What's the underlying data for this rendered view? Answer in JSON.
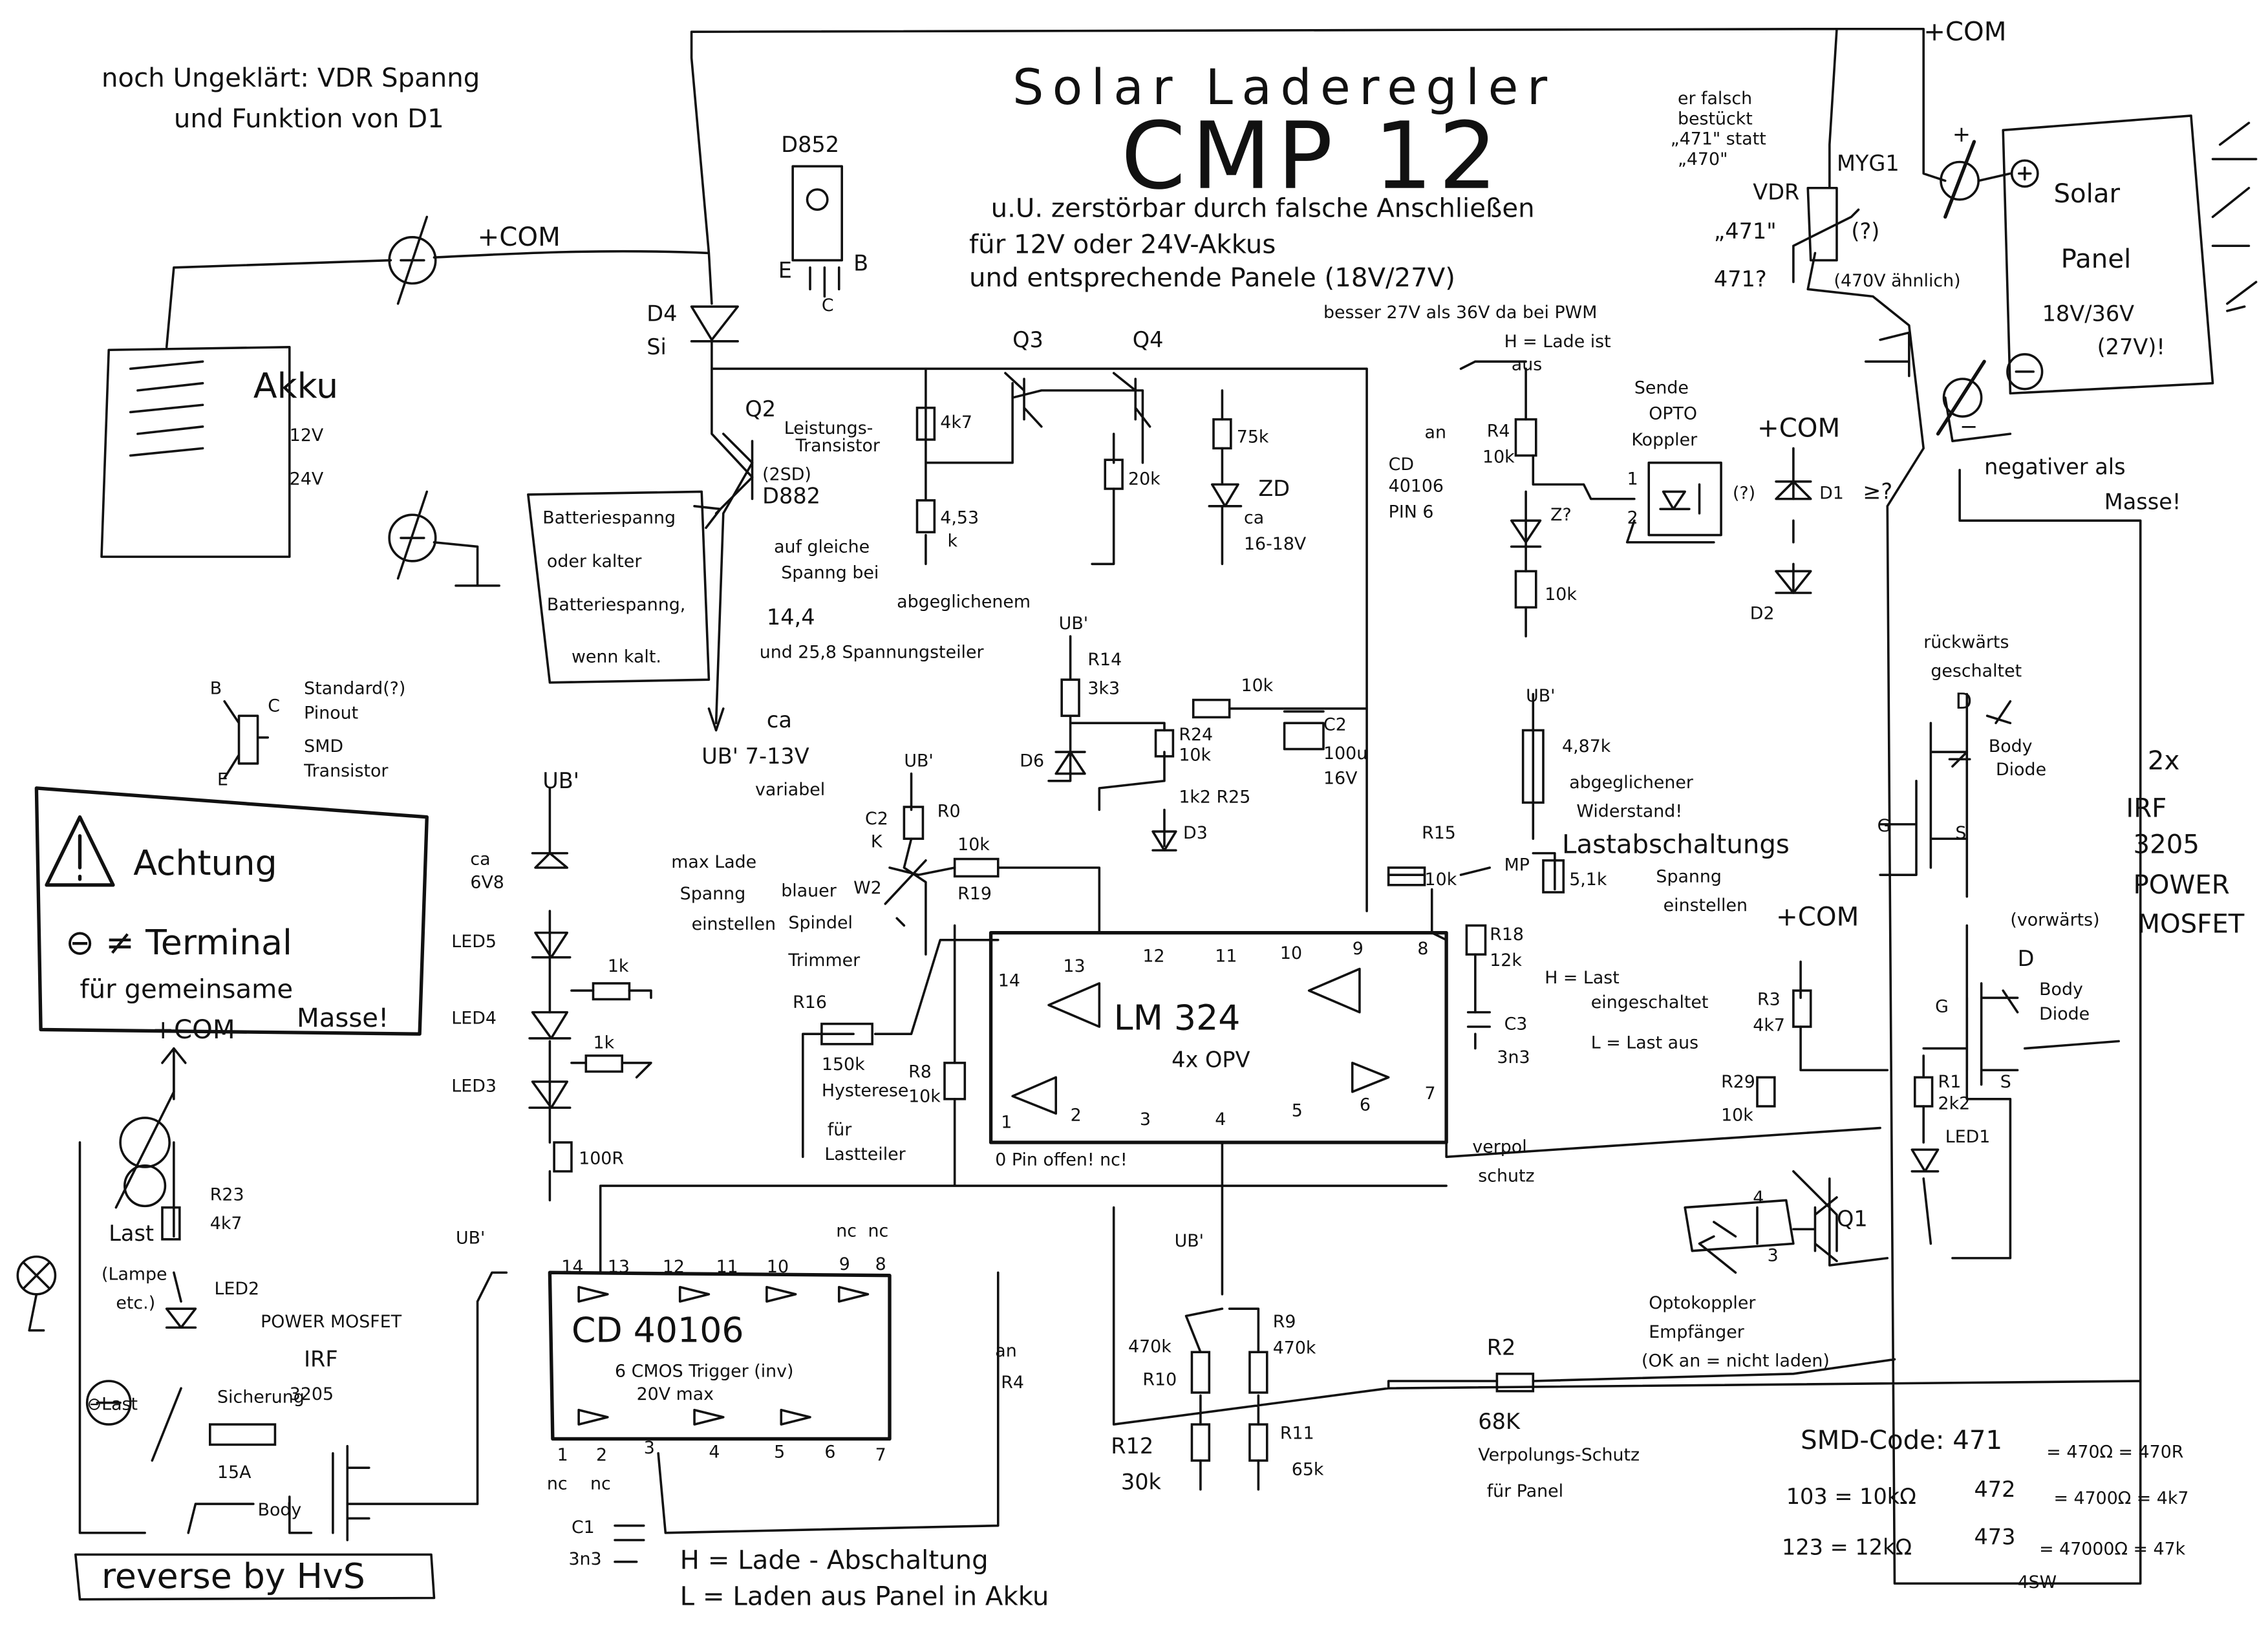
{
  "title": {
    "line1": "Solar Laderegler",
    "line2": "CMP 12"
  },
  "notes": {
    "unclear1": "noch Ungeklärt: VDR Spanng",
    "unclear2": "und Funktion von D1",
    "n1": "u.U. zerstörbar durch falsche Anschließen",
    "n2": "für 12V oder 24V-Akkus",
    "n3": "und entsprechende Panele (18V/27V)",
    "n4": "besser 27V als 36V da bei PWM",
    "wrong1": "er falsch",
    "wrong2": "bestückt",
    "wrong3": "„471\" statt",
    "wrong4": "„470\"",
    "negative": "negativer als",
    "negative2": "Masse!",
    "equal1": "auf gleiche",
    "equal2": "Spanng bei",
    "equal3": "abgeglichenem",
    "equal4": "14,4",
    "equal5": "und 25,8 Spannungsteiler",
    "batt1": "Batteriespanng",
    "batt2": "oder kalter",
    "batt3": "Batteriespanng,",
    "batt4": "wenn kalt.",
    "ub_var1": "ca",
    "ub_var2": "UB' 7-13V",
    "ub_var3": "variabel",
    "pinout1": "Standard(?)",
    "pinout2": "Pinout",
    "pinout3": "SMD",
    "pinout4": "Transistor",
    "maxlade1": "max Lade",
    "maxlade2": "Spanng",
    "maxlade3": "einstellen",
    "trim1": "blauer",
    "trim2": "Spindel",
    "trim3": "Trimmer",
    "hyst1": "Hysterese",
    "hyst2": "für",
    "hyst3": "Lastteiler",
    "pinoffen": "0 Pin offen! nc!",
    "abgl1": "abgeglichener",
    "abgl2": "Widerstand!",
    "lastab1": "Lastabschaltungs",
    "lastab2": "Spanng",
    "lastab3": "einstellen",
    "hlast1": "H = Last",
    "hlast2": "eingeschaltet",
    "hlast3": "L = Last aus",
    "verpol1": "verpol.",
    "verpol2": "schutz",
    "hlade": "H = Lade - Abschaltung",
    "llade": "L = Laden aus Panel in Akku",
    "anr4": "an R4",
    "r2note1": "Verpolungs-Schutz",
    "r2note2": "für Panel",
    "opto1": "Optokoppler",
    "opto2": "Empfänger",
    "opto3": "(OK an = nicht laden)",
    "sende1": "Sende",
    "sende2": "OPTO",
    "sende3": "Koppler",
    "hladeaus1": "H = Lade ist",
    "hladeaus2": "aus",
    "cdpin1": "an",
    "cdpin2": "CD",
    "cdpin3": "40106",
    "cdpin4": "PIN 6",
    "rueck1": "rückwärts",
    "rueck2": "geschaltet",
    "vorw": "(vorwärts)",
    "irf1": "2x",
    "irf2": "IRF",
    "irf3": "3205",
    "irf4": "POWER",
    "irf5": "MOSFET",
    "reverse": "reverse by HvS",
    "vdr_q": "(?)",
    "vdr_sim": "(470V ähnlich)",
    "ge": "≥?"
  },
  "labels": {
    "com_top": "+COM",
    "com_akku": "+COM",
    "com_d1": "+COM",
    "com_r3": "+COM",
    "com_last": "+COM",
    "akku": "Akku",
    "akku12": "12V",
    "akku24": "24V",
    "solar1": "Solar",
    "solar2": "Panel",
    "solar3": "18V/36V",
    "solar4": "(27V)!",
    "plus": "+",
    "minus": "−",
    "vdr": "VDR",
    "vdr471": "„471\"",
    "vdr471q": "471?",
    "myg": "MYG1",
    "d852": "D852",
    "e": "E",
    "b": "B",
    "c": "C",
    "d4": "D4",
    "si": "Si",
    "q3": "Q3",
    "q4": "Q4",
    "q2": "Q2",
    "q2t": "Leistungs-",
    "q2t2": "Transistor",
    "q2d": "(2SD)",
    "q2d2": "D882",
    "r4k7": "4k7",
    "r453": "4,53",
    "r453k": "k",
    "r20k": "20k",
    "r75k": "75k",
    "zd": "ZD",
    "zdca": "ca",
    "zdv": "16-18V",
    "achtung": "Achtung",
    "achtung2": "⊖ ≠ Terminal",
    "achtung3": "für gemeinsame",
    "achtung4": "Masse!",
    "ub1": "UB'",
    "ca6v8": "ca",
    "v6v8": "6V8",
    "led5": "LED5",
    "led4": "LED4",
    "led3": "LED3",
    "r1k_a": "1k",
    "r1k_b": "1k",
    "r100r": "100R",
    "last": "Last",
    "lampe": "(Lampe",
    "etc": "etc.)",
    "r23": "R23",
    "r23v": "4k7",
    "led2": "LED2",
    "pmos": "POWER MOSFET",
    "irf": "IRF",
    "irfn": "3205",
    "sich": "Sicherung",
    "s15a": "15A",
    "body": "Body",
    "minlast": "⊖Last",
    "ub_r14": "UB'",
    "r14": "R14",
    "r14v": "3k3",
    "d6": "D6",
    "r24": "R24",
    "r24v": "10k",
    "r25": "1k2 R25",
    "d3": "D3",
    "r10k_top": "10k",
    "c2": "C2",
    "c2v": "100u",
    "c2v2": "16V",
    "c2k": "C2",
    "c2kk": "K",
    "ub_r0": "UB'",
    "r0": "R0",
    "w2": "W2",
    "r19v": "10k",
    "r19": "R19",
    "lm": "LM 324",
    "lmsub": "4x OPV",
    "p14": "14",
    "p13": "13",
    "p12": "12",
    "p11": "11",
    "p10": "10",
    "p9": "9",
    "p8": "8",
    "p1": "1",
    "p2": "2",
    "p3": "3",
    "p4": "4",
    "p5": "5",
    "p6": "6",
    "p7": "7",
    "r16": "R16",
    "r16v": "150k",
    "r8": "R8",
    "r8v": "10k",
    "ub_r487": "UB'",
    "r487": "4,87k",
    "r15": "R15",
    "r15v": "10k",
    "mp": "MP",
    "r51": "5,1k",
    "r18": "R18",
    "r18v": "12k",
    "c3": "C3",
    "c3v": "3n3",
    "ub_cd": "UB'",
    "cd": "CD 40106",
    "cdsub": "6 CMOS Trigger (inv)",
    "cdsub2": "20V max",
    "nc1": "nc",
    "nc2": "nc",
    "nc3": "nc",
    "nc4": "nc",
    "c1": "C1",
    "c1v": "3n3",
    "ub_r10": "UB'",
    "r10": "R10",
    "r10v": "470k",
    "r9": "R9",
    "r9v": "470k",
    "r12": "R12",
    "r12v": "30k",
    "r11": "R11",
    "r11v": "65k",
    "r2": "R2",
    "r2v": "68K",
    "q1": "Q1",
    "r3": "R3",
    "r3v": "4k7",
    "r29": "R29",
    "r29v": "10k",
    "r1": "R1",
    "r1v": "2k2",
    "led1": "LED1",
    "d_top": "D",
    "g_top": "G",
    "s_top": "S",
    "bd1": "Body",
    "bd1b": "Diode",
    "d_bot": "D",
    "g_bot": "G",
    "s_bot": "S",
    "bd2": "Body",
    "bd2b": "Diode",
    "r4": "R4",
    "r4v": "10k",
    "z": "Z?",
    "r10k_z": "10k",
    "d1": "D1",
    "d2": "D2",
    "q_opto": "(?)"
  },
  "smd": {
    "head": "SMD-Code: 471",
    "r471": "= 470Ω = 470R",
    "c103": "103 = 10kΩ",
    "c472": "472",
    "r472": "= 4700Ω = 4k7",
    "c123": "123 = 12kΩ",
    "c473": "473",
    "r473": "= 47000Ω = 47k",
    "author": "4SW"
  }
}
